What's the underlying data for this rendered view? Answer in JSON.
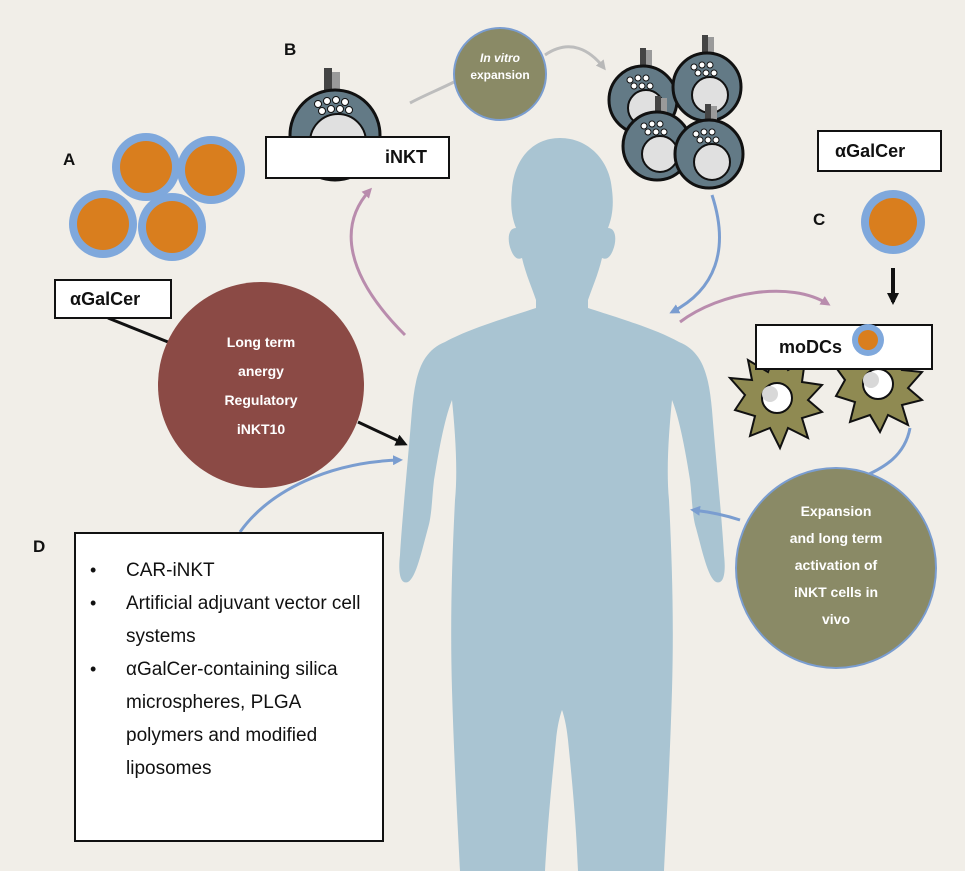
{
  "panel_labels": {
    "a": "A",
    "b": "B",
    "c": "C",
    "d": "D"
  },
  "boxes": {
    "agalcer_left": "αGalCer",
    "agalcer_right": "αGalCer",
    "inkt": "iNKT",
    "modcs": "moDCs"
  },
  "circles": {
    "in_vitro": {
      "line1": "In vitro",
      "line2": "expansion"
    },
    "anergy": [
      "Long term",
      "anergy",
      "Regulatory",
      "iNKT10"
    ],
    "expansion": [
      "Expansion",
      "and long term",
      "activation of",
      "iNKT cells in",
      "vivo"
    ]
  },
  "list_items": [
    "CAR-iNKT",
    "Artificial adjuvant vector cell systems",
    "αGalCer-containing silica microspheres, PLGA polymers and modified liposomes"
  ],
  "colors": {
    "background": "#f1eee8",
    "body": "#a9c4d2",
    "liposome_core": "#d97e1e",
    "liposome_shell": "#7fa8dc",
    "anergy_circle": "#8b4a45",
    "olive_circle": "#8a8a66",
    "cell_outer": "#637a86",
    "dendritic_cell": "#8f8a52",
    "arrow_pink": "#b98cad",
    "arrow_blue": "#7a9dd0"
  }
}
